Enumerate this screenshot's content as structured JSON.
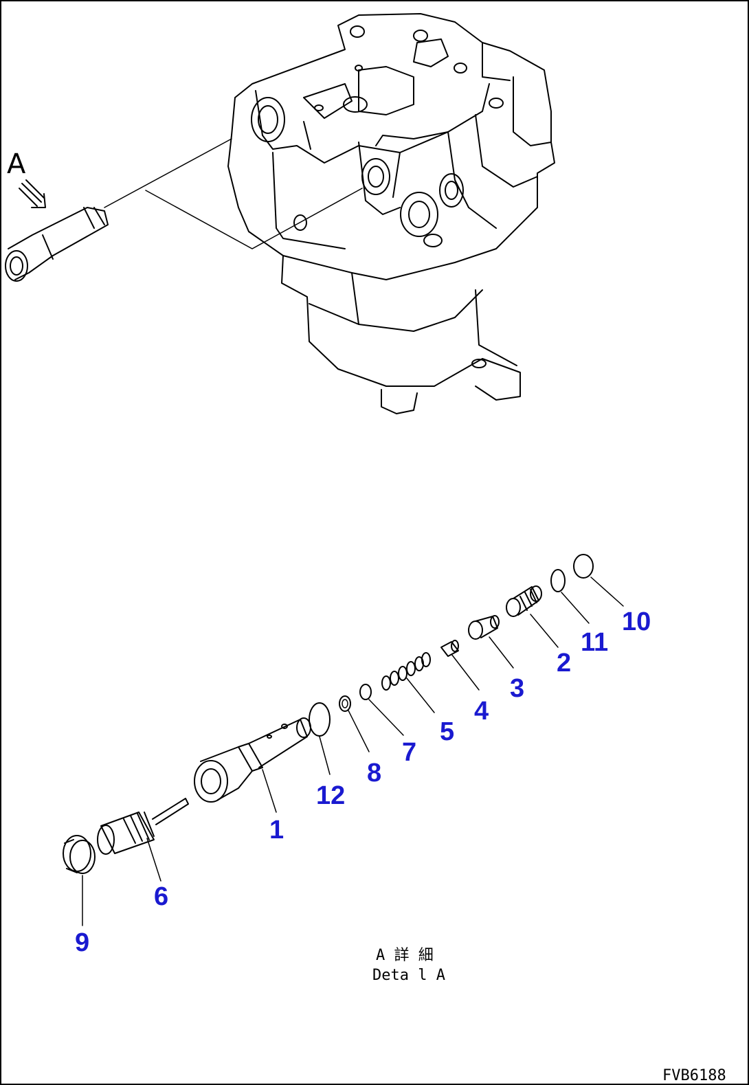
{
  "view_label": "A",
  "detail_caption": {
    "line1": "A 詳 細",
    "line2": "Deta l A"
  },
  "drawing_code": "FVB6188",
  "callouts": [
    {
      "id": "1",
      "label": "1"
    },
    {
      "id": "2",
      "label": "2"
    },
    {
      "id": "3",
      "label": "3"
    },
    {
      "id": "4",
      "label": "4"
    },
    {
      "id": "5",
      "label": "5"
    },
    {
      "id": "6",
      "label": "6"
    },
    {
      "id": "7",
      "label": "7"
    },
    {
      "id": "8",
      "label": "8"
    },
    {
      "id": "9",
      "label": "9"
    },
    {
      "id": "10",
      "label": "10"
    },
    {
      "id": "11",
      "label": "11"
    },
    {
      "id": "12",
      "label": "12"
    }
  ],
  "colors": {
    "callout": "#1a1ad0",
    "line": "#000000",
    "background": "#ffffff"
  }
}
